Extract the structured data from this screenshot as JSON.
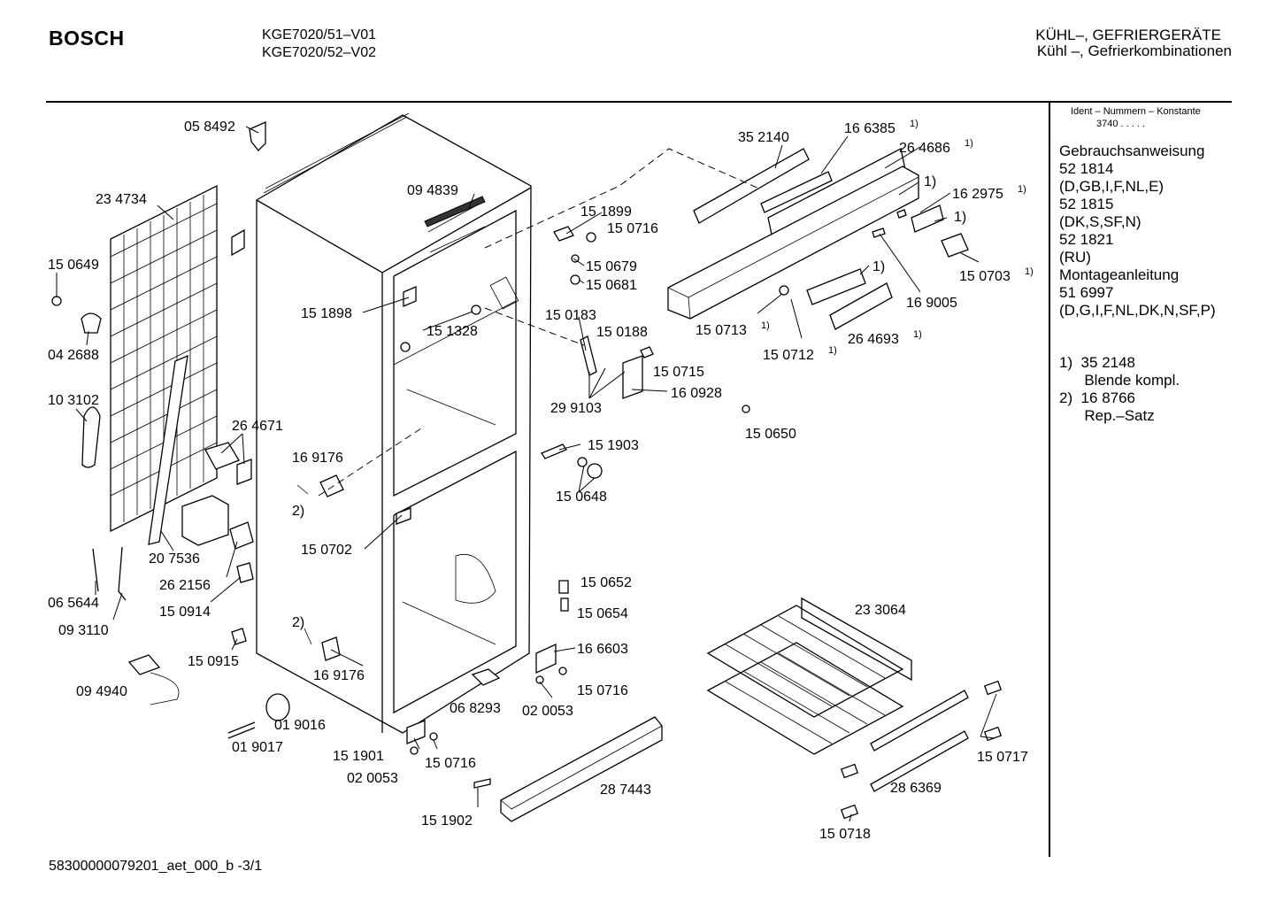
{
  "header": {
    "brand": "BOSCH",
    "model_1": "KGE7020/51–V01",
    "model_2": "KGE7020/52–V02",
    "category_1": "KÜHL–, GEFRIERGERÄTE",
    "category_2": "Kühl –, Gefrierkombinationen"
  },
  "sidebar": {
    "ident_heading": "Ident – Nummern – Konstante",
    "ident_value": "3740 . . . . .",
    "documents": [
      "Gebrauchsanweisung",
      "52 1814",
      "(D,GB,I,F,NL,E)",
      "52 1815",
      "(DK,S,SF,N)",
      "52 1821",
      "(RU)",
      "Montageanleitung",
      "51 6997",
      "(D,G,I,F,NL,DK,N,SF,P)"
    ],
    "footnotes": [
      "1)  35 2148",
      "      Blende kompl.",
      "2)  16 8766",
      "      Rep.–Satz"
    ]
  },
  "parts": [
    {
      "label": "05 8492"
    },
    {
      "label": "23 4734"
    },
    {
      "label": "15 0649"
    },
    {
      "label": "04 2688"
    },
    {
      "label": "10 3102"
    },
    {
      "label": "26 4671"
    },
    {
      "label": "20 7536"
    },
    {
      "label": "26 2156"
    },
    {
      "label": "15 0914"
    },
    {
      "label": "06 5644"
    },
    {
      "label": "09 3110"
    },
    {
      "label": "15 0915"
    },
    {
      "label": "09 4940"
    },
    {
      "label": "01 9016"
    },
    {
      "label": "01 9017"
    },
    {
      "label": "09 4839"
    },
    {
      "label": "15 1898"
    },
    {
      "label": "15 1328"
    },
    {
      "label": "16 9176"
    },
    {
      "label": "2)"
    },
    {
      "label": "15 0702"
    },
    {
      "label": "2)"
    },
    {
      "label": "16 9176"
    },
    {
      "label": "15 1899"
    },
    {
      "label": "15 0716"
    },
    {
      "label": "15 0679"
    },
    {
      "label": "15 0681"
    },
    {
      "label": "15 0183"
    },
    {
      "label": "15 0188"
    },
    {
      "label": "15 0715"
    },
    {
      "label": "29 9103"
    },
    {
      "label": "16 0928"
    },
    {
      "label": "15 0650"
    },
    {
      "label": "15 1903"
    },
    {
      "label": "15 0648"
    },
    {
      "label": "15 0652"
    },
    {
      "label": "15 0654"
    },
    {
      "label": "16 6603"
    },
    {
      "label": "15 0716"
    },
    {
      "label": "06 8293"
    },
    {
      "label": "02 0053"
    },
    {
      "label": "15 1901"
    },
    {
      "label": "15 0716"
    },
    {
      "label": "02 0053"
    },
    {
      "label": "15 1902"
    },
    {
      "label": "28 7443"
    },
    {
      "label": "35 2140"
    },
    {
      "label": "16 6385",
      "note": "1)"
    },
    {
      "label": "26 4686",
      "note": "1)"
    },
    {
      "label": "1)"
    },
    {
      "label": "16 2975",
      "note": "1)"
    },
    {
      "label": "1)"
    },
    {
      "label": "15 0703",
      "note": "1)"
    },
    {
      "label": "1)"
    },
    {
      "label": "16 9005"
    },
    {
      "label": "15 0713",
      "note": "1)"
    },
    {
      "label": "15 0712",
      "note": "1)"
    },
    {
      "label": "26 4693",
      "note": "1)"
    },
    {
      "label": "23 3064"
    },
    {
      "label": "15 0717"
    },
    {
      "label": "28 6369"
    },
    {
      "label": "15 0718"
    }
  ],
  "footer": {
    "doc_id": "58300000079201_aet_000_b -3/1"
  }
}
